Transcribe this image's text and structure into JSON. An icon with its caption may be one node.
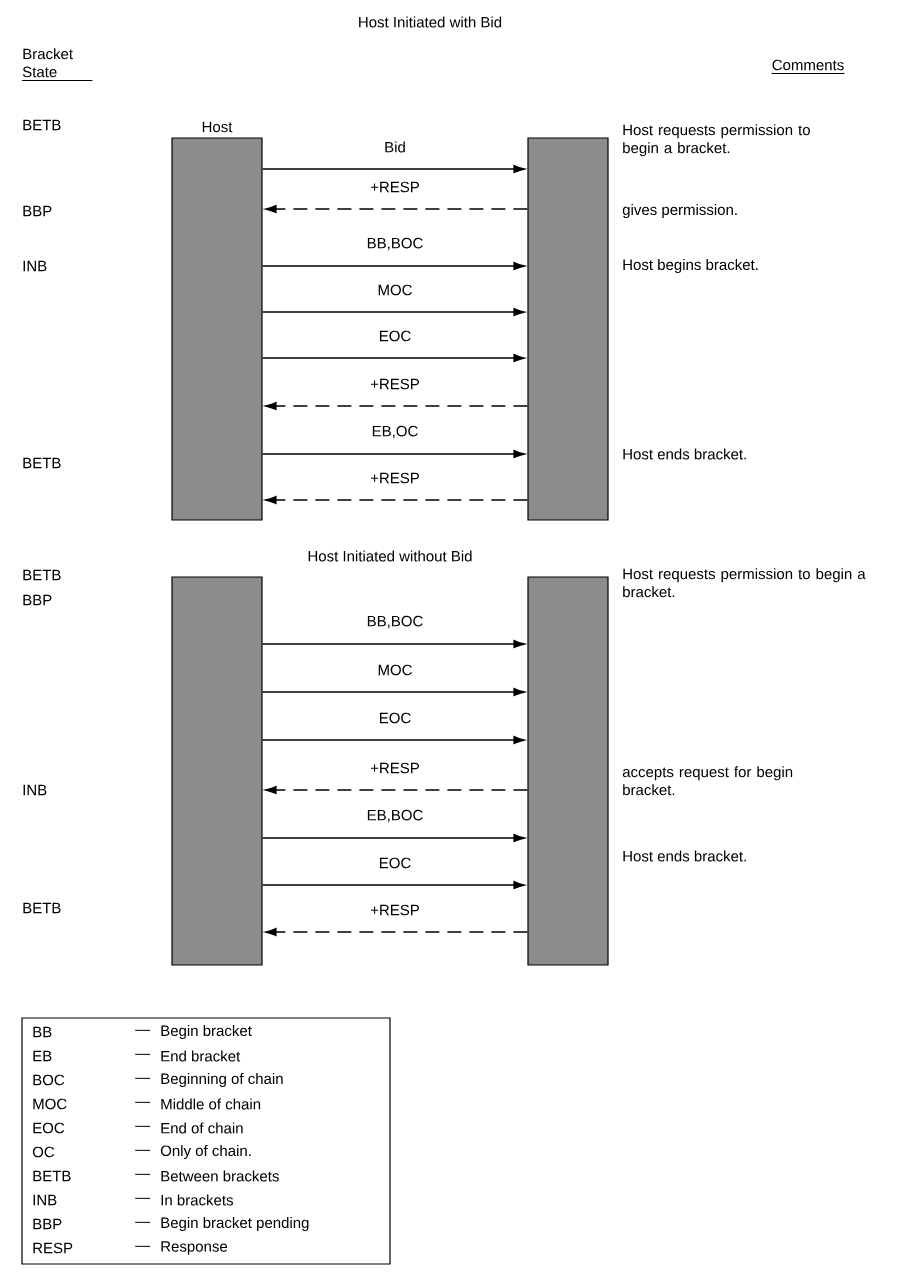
{
  "diagram": {
    "title": "Host Initiated with Bid",
    "nodes": [
      {
        "text": [
          "Host"
        ]
      },
      {
        "text": [],
        "shape": "bar"
      },
      {
        "text": [],
        "shape": "bar"
      },
      {
        "text": [],
        "shape": "bar"
      },
      {
        "text": [
          "BB",
          "—",
          "Begin bracket",
          "EB",
          "—",
          "End bracket",
          "BOC",
          "—",
          "Beginning of chain",
          "MOC",
          "—",
          "Middle of chain",
          "EOC",
          "—",
          "End of chain",
          "OC",
          "—",
          "Only of chain.",
          "BETB",
          "—",
          "Between brackets",
          "INB",
          "—",
          "In brackets",
          "BBP",
          "—",
          "Begin bracket pending",
          "RESP",
          "—",
          "Response"
        ]
      }
    ],
    "edges": [
      {
        "from": 0,
        "to": 1,
        "arrow": "to",
        "label": "Bid"
      },
      {
        "from": 1,
        "to": 0,
        "arrow": "to",
        "label": "+RESP",
        "style": "dashed"
      },
      {
        "from": 0,
        "to": 1,
        "arrow": "to",
        "label": "BB,BOC"
      },
      {
        "from": 0,
        "to": 1,
        "arrow": "to",
        "label": "MOC"
      },
      {
        "from": 0,
        "to": 1,
        "arrow": "to",
        "label": "EOC"
      },
      {
        "from": 1,
        "to": 0,
        "arrow": "to",
        "label": "+RESP",
        "style": "dashed"
      },
      {
        "from": 0,
        "to": 1,
        "arrow": "to",
        "label": "EB,OC"
      },
      {
        "from": 1,
        "to": 0,
        "arrow": "to",
        "label": "+RESP",
        "style": "dashed"
      },
      {
        "from": 2,
        "to": 3,
        "arrow": "to",
        "label": "BB,BOC"
      },
      {
        "from": 2,
        "to": 3,
        "arrow": "to",
        "label": "MOC"
      },
      {
        "from": 2,
        "to": 3,
        "arrow": "to",
        "label": "EOC"
      },
      {
        "from": 3,
        "to": 2,
        "arrow": "to",
        "label": "+RESP",
        "style": "dashed"
      },
      {
        "from": 2,
        "to": 3,
        "arrow": "to",
        "label": "EB,BOC"
      },
      {
        "from": 2,
        "to": 3,
        "arrow": "to",
        "label": "EOC"
      },
      {
        "from": 3,
        "to": 2,
        "arrow": "to",
        "label": "+RESP",
        "style": "dashed"
      }
    ],
    "labels": [
      "Bracket State",
      "Comments",
      "BETB",
      "Host requests permission to begin a bracket.",
      "BBP",
      "gives permission.",
      "INB",
      "Host begins bracket.",
      "BETB",
      "Host ends bracket.",
      "Host Initiated without Bid",
      "BETB",
      "BBP",
      "Host requests permission to begin a bracket.",
      "INB",
      "accepts request for begin bracket.",
      "Host ends bracket.",
      "BETB"
    ]
  }
}
